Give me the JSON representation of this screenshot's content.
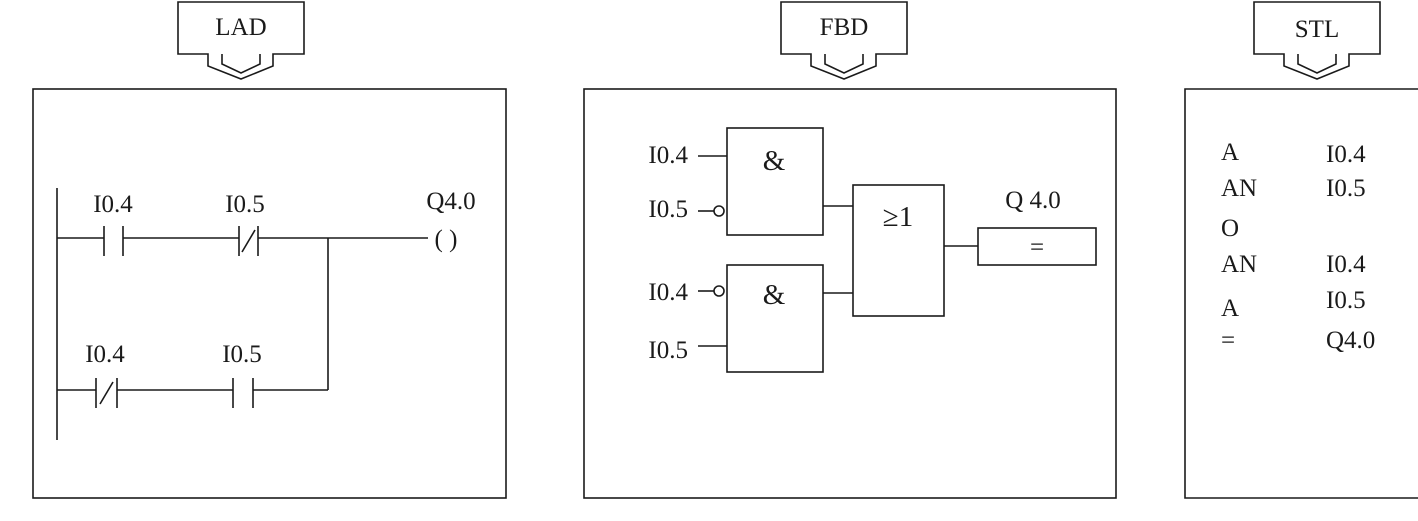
{
  "lad": {
    "title": "LAD",
    "rung1": {
      "contact1": "I0.4",
      "contact2": "I0.5",
      "coil_label": "Q4.0",
      "coil_symbol": "( )"
    },
    "rung2": {
      "contact1": "I0.4",
      "contact2": "I0.5"
    }
  },
  "fbd": {
    "title": "FBD",
    "and1": {
      "symbol": "&",
      "input1": "I0.4",
      "input2": "I0.5"
    },
    "and2": {
      "symbol": "&",
      "input1": "I0.4",
      "input2": "I0.5"
    },
    "or": {
      "symbol": "≥1"
    },
    "assign": {
      "label": "Q 4.0",
      "symbol": "="
    }
  },
  "stl": {
    "title": "STL",
    "rows": [
      {
        "op": "A",
        "operand": "I0.4"
      },
      {
        "op": "AN",
        "operand": "I0.5"
      },
      {
        "op": "O",
        "operand": ""
      },
      {
        "op": "AN",
        "operand": "I0.4"
      },
      {
        "op": "A",
        "operand": "I0.5"
      },
      {
        "op": "=",
        "operand": "Q4.0"
      }
    ]
  }
}
